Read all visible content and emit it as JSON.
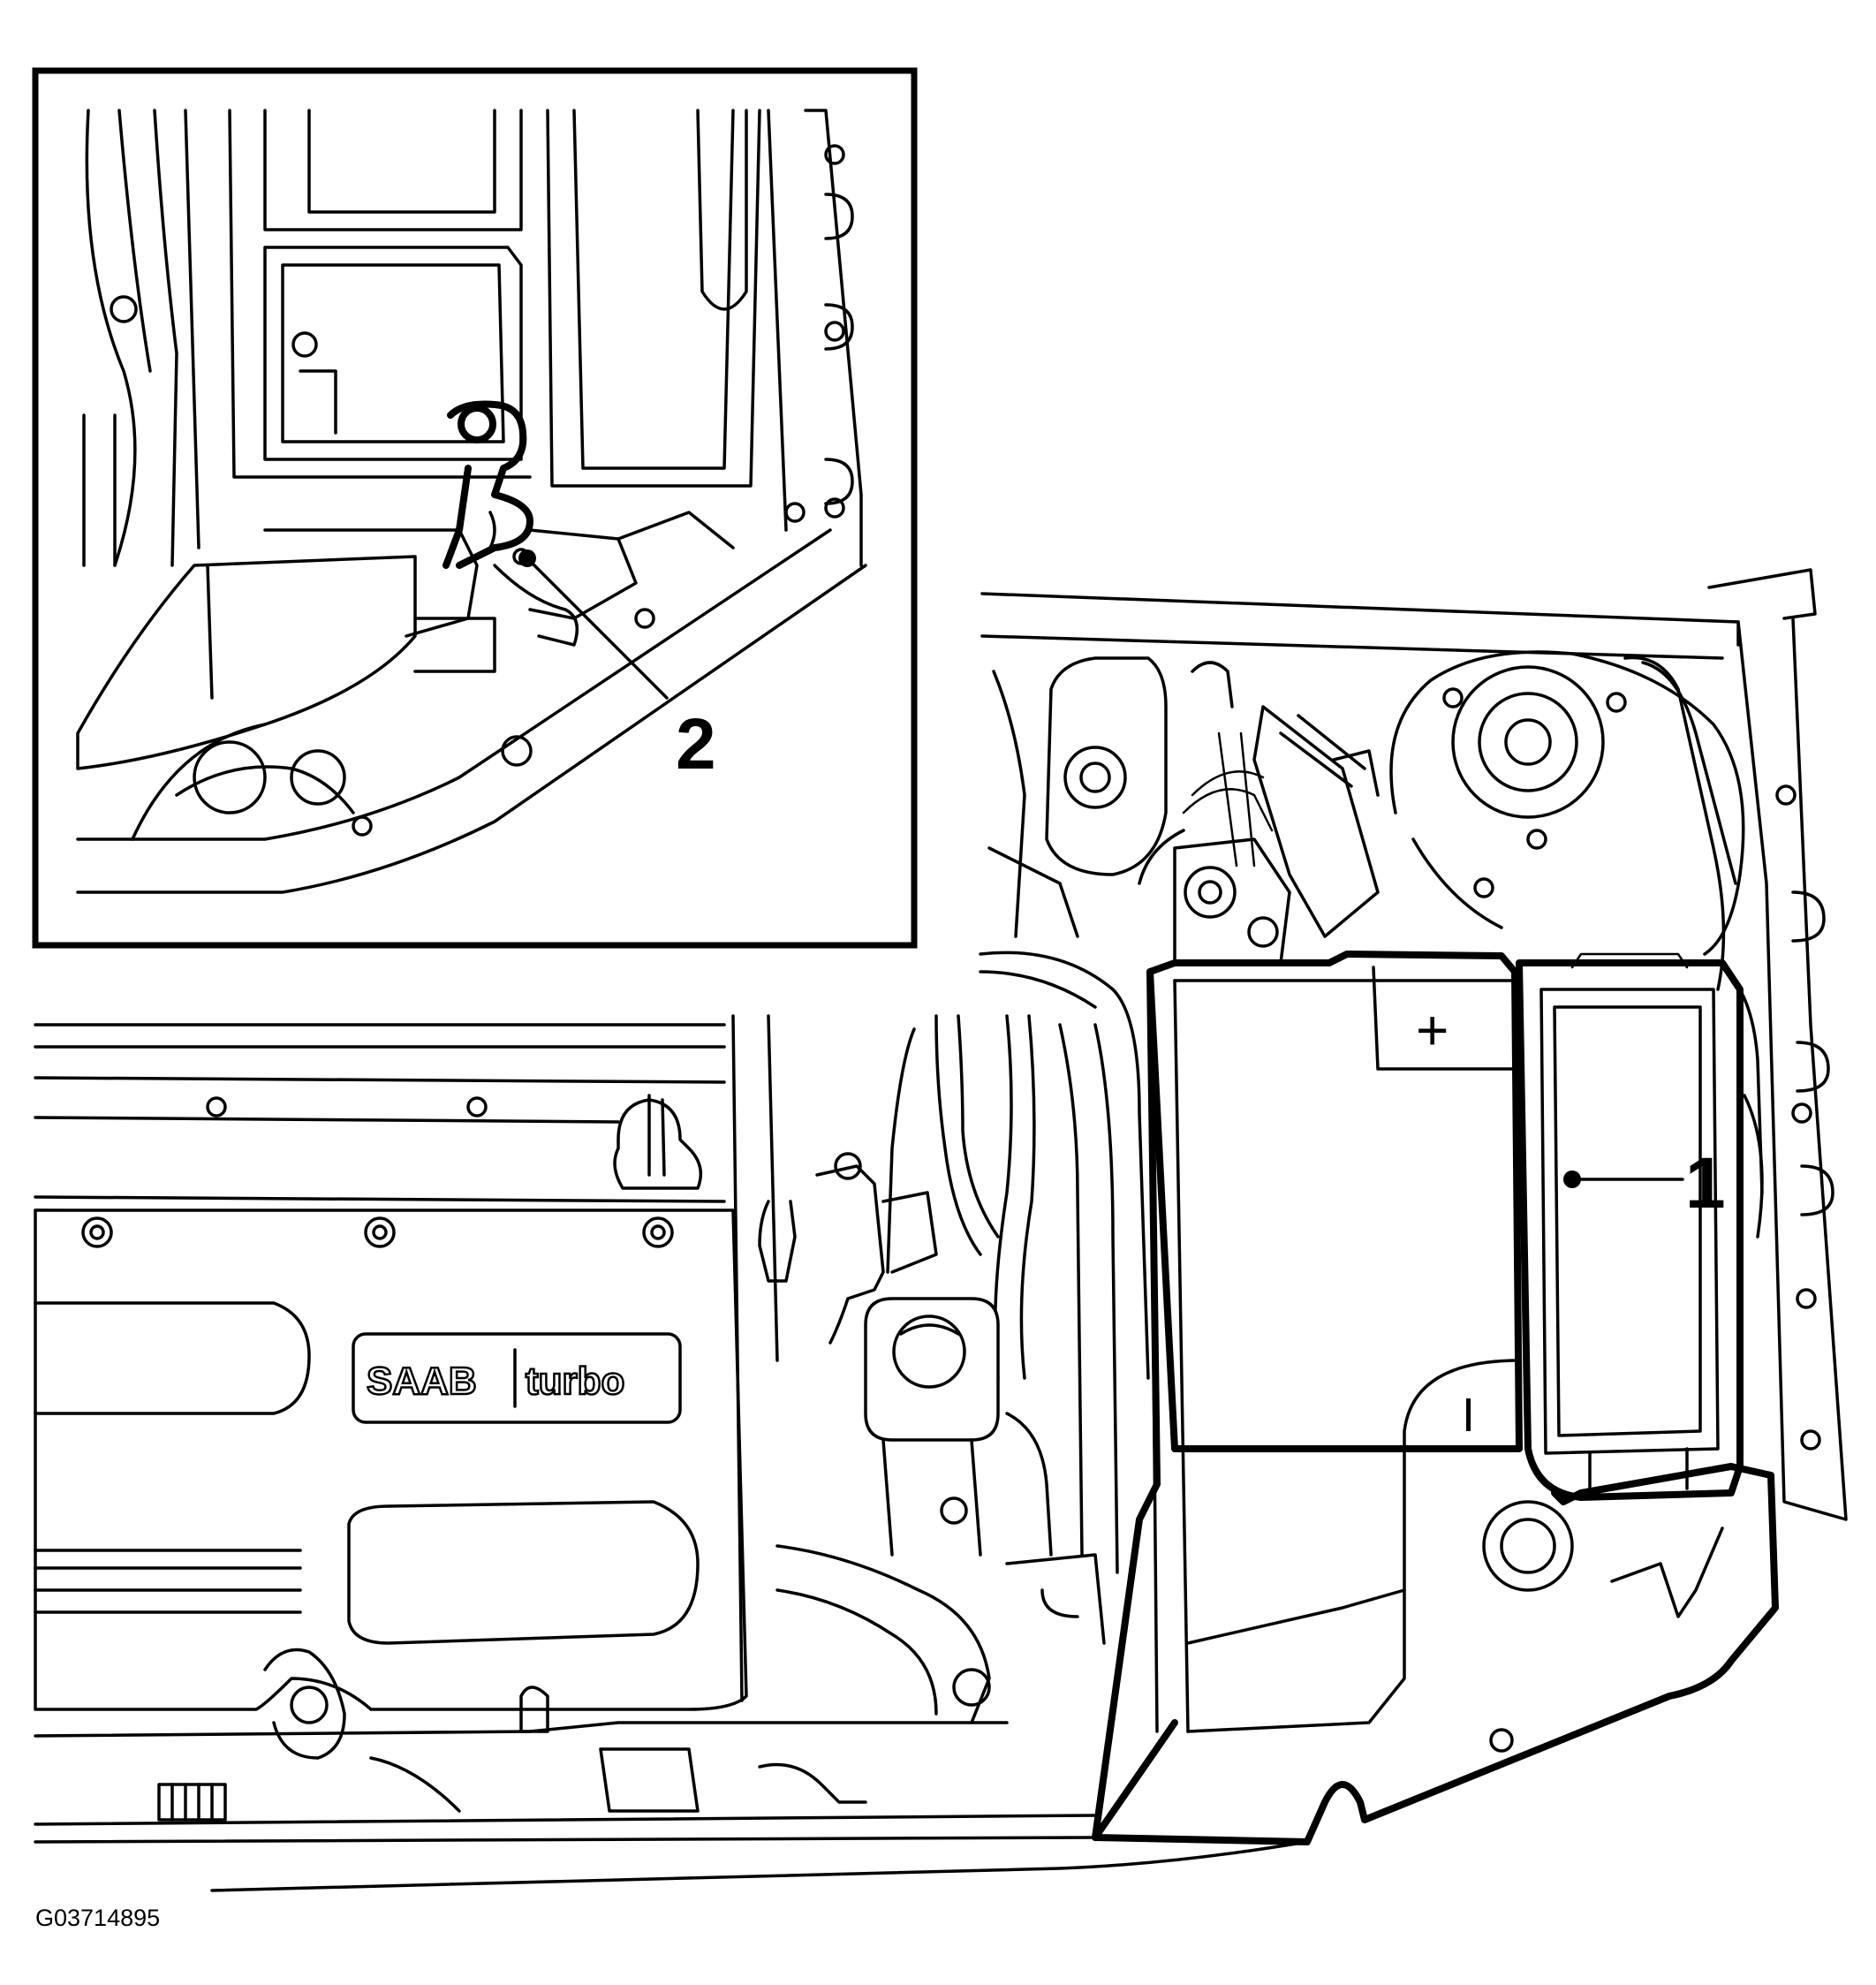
{
  "figure_id": "G03714895",
  "callouts": [
    {
      "label": "1",
      "target": "fuse-relay-box-cover"
    },
    {
      "label": "2",
      "target": "fastener-clip"
    }
  ],
  "markings": {
    "plus": "+",
    "minus": "I",
    "badge_left": "SAAB",
    "badge_right": "turbo"
  }
}
